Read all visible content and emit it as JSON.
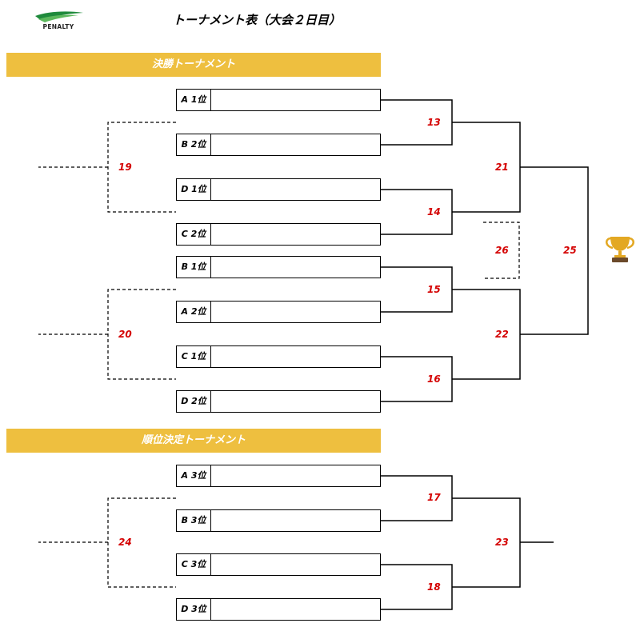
{
  "brand": {
    "logo_text": "PENALTY"
  },
  "title": "トーナメント表（大会２日目）",
  "sections": {
    "final": "決勝トーナメント",
    "placement": "順位決定トーナメント"
  },
  "teams": {
    "final": [
      "A 1位",
      "B 2位",
      "D 1位",
      "C 2位",
      "B 1位",
      "A 2位",
      "C 1位",
      "D 2位"
    ],
    "placement": [
      "A 3位",
      "B 3位",
      "C 3位",
      "D 3位"
    ]
  },
  "matches": {
    "m13": "13",
    "m14": "14",
    "m15": "15",
    "m16": "16",
    "m17": "17",
    "m18": "18",
    "m19": "19",
    "m20": "20",
    "m21": "21",
    "m22": "22",
    "m23": "23",
    "m24": "24",
    "m25": "25",
    "m26": "26"
  },
  "icons": {
    "trophy": "trophy-icon",
    "logo": "penalty-logo-icon"
  },
  "colors": {
    "header_bg": "#eebf3f",
    "match_number": "#d40000",
    "trophy": "#e3a823"
  }
}
